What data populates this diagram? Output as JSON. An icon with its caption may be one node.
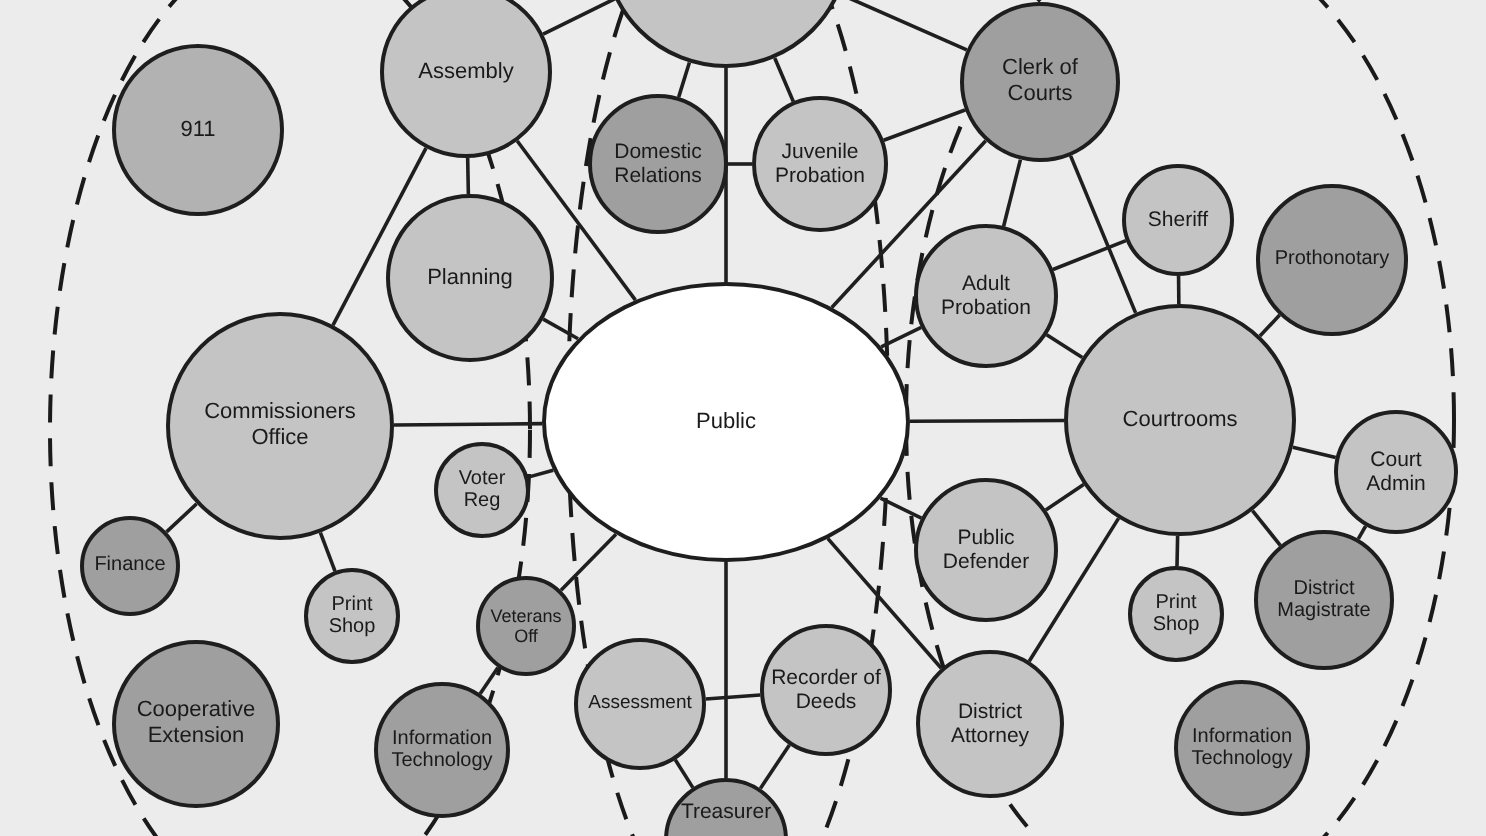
{
  "diagram": {
    "nodes": [
      {
        "text": [],
        "shape": "circle"
      },
      {
        "text": [
          "Assembly"
        ]
      },
      {
        "text": [
          "911"
        ]
      },
      {
        "text": [
          "Planning"
        ]
      },
      {
        "text": [
          "Commissioners Office"
        ]
      },
      {
        "text": [
          "Voter Reg"
        ]
      },
      {
        "text": [
          "Finance"
        ]
      },
      {
        "text": [
          "Print Shop"
        ]
      },
      {
        "text": [
          "Veterans Off"
        ]
      },
      {
        "text": [
          "Cooperative Extension"
        ]
      },
      {
        "text": [
          "Information Technology"
        ]
      },
      {
        "text": [
          "Domestic Relations"
        ]
      },
      {
        "text": [
          "Juvenile Probation"
        ]
      },
      {
        "text": [
          "Public"
        ]
      },
      {
        "text": [
          "Clerk of Courts"
        ]
      },
      {
        "text": [
          "Adult Probation"
        ]
      },
      {
        "text": [
          "Sheriff"
        ]
      },
      {
        "text": [
          "Prothonotary"
        ]
      },
      {
        "text": [
          "Courtrooms"
        ]
      },
      {
        "text": [
          "Court Admin"
        ]
      },
      {
        "text": [
          "Public Defender"
        ]
      },
      {
        "text": [
          "Print Shop"
        ]
      },
      {
        "text": [
          "District Magistrate"
        ]
      },
      {
        "text": [
          "Assessment"
        ]
      },
      {
        "text": [
          "Recorder of Deeds"
        ]
      },
      {
        "text": [
          "District Attorney"
        ]
      },
      {
        "text": [
          "Information Technology"
        ]
      },
      {
        "text": [
          "Treasurer"
        ]
      }
    ],
    "edges": [
      {
        "from": 0,
        "to": 1,
        "arrow": "none"
      },
      {
        "from": 1,
        "to": 4,
        "arrow": "none"
      },
      {
        "from": 1,
        "to": 3,
        "arrow": "none"
      },
      {
        "from": 1,
        "to": 13,
        "arrow": "none"
      },
      {
        "from": 3,
        "to": 13,
        "arrow": "none"
      },
      {
        "from": 4,
        "to": 13,
        "arrow": "none"
      },
      {
        "from": 4,
        "to": 6,
        "arrow": "none"
      },
      {
        "from": 4,
        "to": 7,
        "arrow": "none"
      },
      {
        "from": 5,
        "to": 13,
        "arrow": "none"
      },
      {
        "from": 8,
        "to": 13,
        "arrow": "none"
      },
      {
        "from": 10,
        "to": 8,
        "arrow": "none"
      },
      {
        "from": 0,
        "to": 11,
        "arrow": "none"
      },
      {
        "from": 0,
        "to": 12,
        "arrow": "none"
      },
      {
        "from": 0,
        "to": 13,
        "arrow": "none"
      },
      {
        "from": 11,
        "to": 12,
        "arrow": "none"
      },
      {
        "from": 12,
        "to": 14,
        "arrow": "none"
      },
      {
        "from": 0,
        "to": 14,
        "arrow": "none"
      },
      {
        "from": 14,
        "to": 13,
        "arrow": "none"
      },
      {
        "from": 14,
        "to": 15,
        "arrow": "none"
      },
      {
        "from": 14,
        "to": 18,
        "arrow": "none"
      },
      {
        "from": 15,
        "to": 13,
        "arrow": "none"
      },
      {
        "from": 15,
        "to": 16,
        "arrow": "none"
      },
      {
        "from": 15,
        "to": 18,
        "arrow": "none"
      },
      {
        "from": 16,
        "to": 18,
        "arrow": "none"
      },
      {
        "from": 17,
        "to": 18,
        "arrow": "none"
      },
      {
        "from": 19,
        "to": 18,
        "arrow": "none"
      },
      {
        "from": 22,
        "to": 18,
        "arrow": "none"
      },
      {
        "from": 19,
        "to": 22,
        "arrow": "none"
      },
      {
        "from": 21,
        "to": 18,
        "arrow": "none"
      },
      {
        "from": 20,
        "to": 18,
        "arrow": "none"
      },
      {
        "from": 25,
        "to": 18,
        "arrow": "none"
      },
      {
        "from": 13,
        "to": 18,
        "arrow": "none"
      },
      {
        "from": 13,
        "to": 20,
        "arrow": "none"
      },
      {
        "from": 13,
        "to": 25,
        "arrow": "none"
      },
      {
        "from": 13,
        "to": 27,
        "arrow": "none"
      },
      {
        "from": 23,
        "to": 24,
        "arrow": "none"
      },
      {
        "from": 23,
        "to": 27,
        "arrow": "none"
      },
      {
        "from": 24,
        "to": 27,
        "arrow": "none"
      }
    ]
  }
}
